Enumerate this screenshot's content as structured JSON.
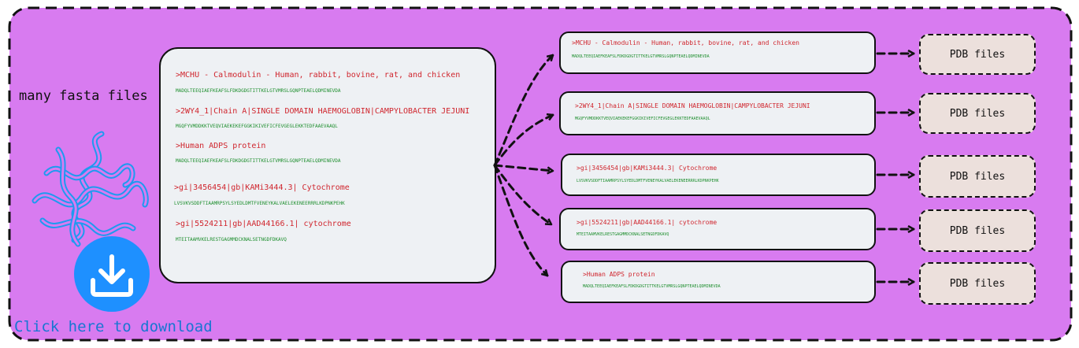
{
  "title": "many fasta files",
  "download_label": "Click here to download",
  "colors": {
    "panel": "#d87bf0",
    "box_fill": "#eef1f4",
    "pdb_fill": "#ece0dc",
    "header_text": "#d0262e",
    "sequence_text": "#1f8f2f",
    "download_button": "#1e90ff",
    "download_text": "#1976d2",
    "protein_icon": "#1e9af0"
  },
  "icons": [
    "protein-structure-icon",
    "download-icon"
  ],
  "input_entries": [
    {
      "header": ">MCHU - Calmodulin - Human, rabbit, bovine, rat, and chicken",
      "sequence": "MADQLTEEQIAEFKEAFSLFDKDGDGTITTKELGTVMRSLGQNPTEAELQDMINEVDA"
    },
    {
      "header": ">2WY4_1|Chain A|SINGLE DOMAIN HAEMOGLOBIN|CAMPYLOBACTER JEJUNI",
      "sequence": "MGQFYVMDDKKTVEQVIAEKEKEFGGKIKIVEFICFEVGEGLEKKTEDFAAEVAAQL"
    },
    {
      "header": ">Human ADPS protein",
      "sequence": "MADQLTEEQIAEFKEAFSLFDKDGDGTITTKELGTVMRSLGQNPTEAELQDMINEVDA"
    },
    {
      "header": ">gi|3456454|gb|KAMi3444.3| Cytochrome",
      "sequence": "LVSVKVSDDFTIAAMRPSYLSYEDLDMTFVENEYKALVAELEKENEERRRLKDPNKPEHK"
    },
    {
      "header": ">gi|5524211|gb|AAD44166.1| cytochrome",
      "sequence": "MTEITAAMVKELRESTGAGMMDCKNALSETNGDFDKAVQ"
    }
  ],
  "output_entries": [
    {
      "header": ">MCHU - Calmodulin - Human, rabbit, bovine, rat, and chicken",
      "sequence": "MADQLTEEQIAEFKEAFSLFDKDGDGTITTKELGTVMRSLGQNPTEAELQDMINEVDA"
    },
    {
      "header": ">2WY4_1|Chain A|SINGLE DOMAIN HAEMOGLOBIN|CAMPYLOBACTER JEJUNI",
      "sequence": "MGQFYVMDDKKTVEQVIAEKEKEFGGKIKIVEFICFEVGEGLEKKTEDFAAEVAAQL"
    },
    {
      "header": ">gi|3456454|gb|KAMi3444.3| Cytochrome",
      "sequence": "LVSVKVSDDFTIAAMRPSYLSYEDLDMTFVENEYKALVAELEKENEERRRLKDPNKPEHK"
    },
    {
      "header": ">gi|5524211|gb|AAD44166.1| cytochrome",
      "sequence": "MTEITAAMVKELRESTGAGMMDCKNALSETNGDFDKAVQ"
    },
    {
      "header": ">Human ADPS protein",
      "sequence": "MADQLTEEQIAEFKEAFSLFDKDGDGTITTKELGTVMRSLGQNPTEAELQDMINEVDA"
    }
  ],
  "pdb_labels": [
    "PDB files",
    "PDB files",
    "PDB files",
    "PDB files",
    "PDB files"
  ]
}
